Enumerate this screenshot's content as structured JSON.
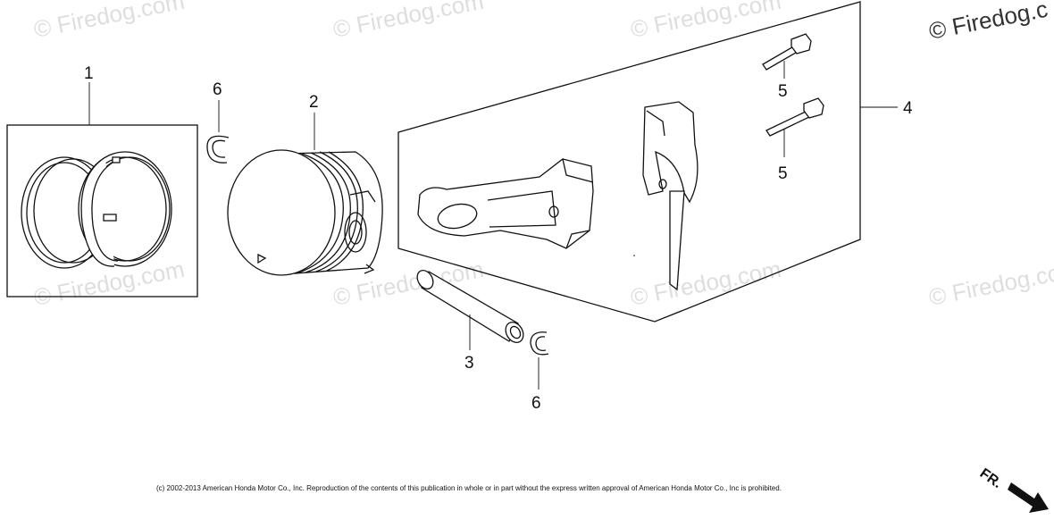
{
  "watermarks": [
    "© Firedog.com",
    "© Firedog.com",
    "© Firedog.com",
    "© Firedog.c",
    "© Firedog.com",
    "© Firedog.com",
    "© Firedog.com",
    "© Firedog.com"
  ],
  "parts": {
    "ring_set": "1",
    "piston": "2",
    "piston_pin": "3",
    "connecting_rod_set": "4",
    "rod_bolt_upper": "5",
    "rod_bolt_lower": "5",
    "clip_upper": "6",
    "clip_lower": "6"
  },
  "copyright": "(c) 2002-2013 American Honda Motor Co., Inc. Reproduction of the contents of this publication in whole or in part without the express written approval of American Honda Motor Co., Inc is prohibited.",
  "front_indicator": "FR."
}
